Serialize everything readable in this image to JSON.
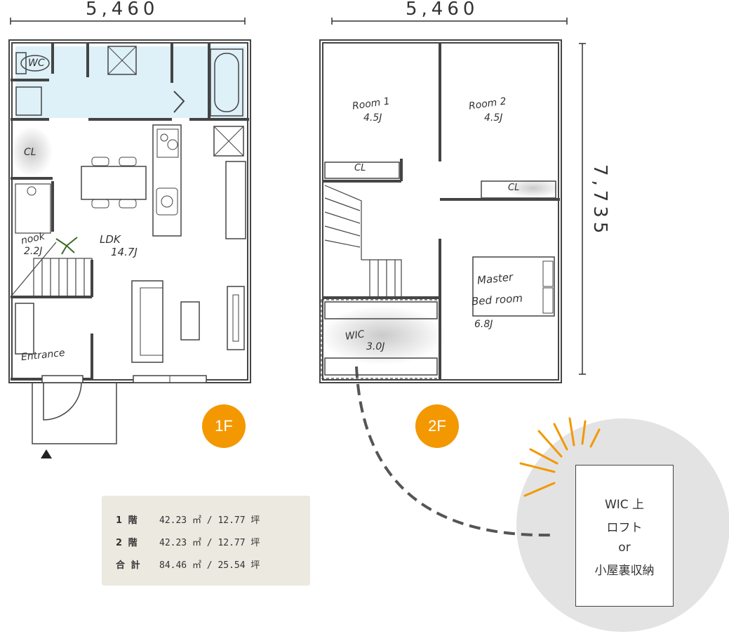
{
  "dimensions": {
    "f1_width": "5,460",
    "f2_width": "5,460",
    "depth": "7,735"
  },
  "floor1": {
    "badge": "1F",
    "rooms": {
      "wc": "WC",
      "cl": "CL",
      "nook": "nook",
      "nook_size": "2.2J",
      "ldk": "LDK",
      "ldk_size": "14.7J",
      "entrance": "Entrance"
    }
  },
  "floor2": {
    "badge": "2F",
    "rooms": {
      "room1": "Room 1",
      "room1_size": "4.5J",
      "room2": "Room 2",
      "room2_size": "4.5J",
      "cl1": "CL",
      "cl2": "CL",
      "master": "Master",
      "master2": "Bed room",
      "master_size": "6.8J",
      "wic": "WIC",
      "wic_size": "3.0J"
    }
  },
  "areas": [
    {
      "label": "1 階",
      "value": "42.23 ㎡ / 12.77 坪"
    },
    {
      "label": "2 階",
      "value": "42.23 ㎡ / 12.77 坪"
    },
    {
      "label": "合 計",
      "value": "84.46 ㎡ / 25.54 坪"
    }
  ],
  "loft": {
    "line1": "WIC 上",
    "line2": "ロフト",
    "line3": "or",
    "line4": "小屋裏収納"
  },
  "colors": {
    "accent": "#F39800",
    "wall": "#444444",
    "wet_area": "#D6ECF6",
    "area_bg": "#ECE9E1",
    "circle": "#E3E3E3"
  }
}
